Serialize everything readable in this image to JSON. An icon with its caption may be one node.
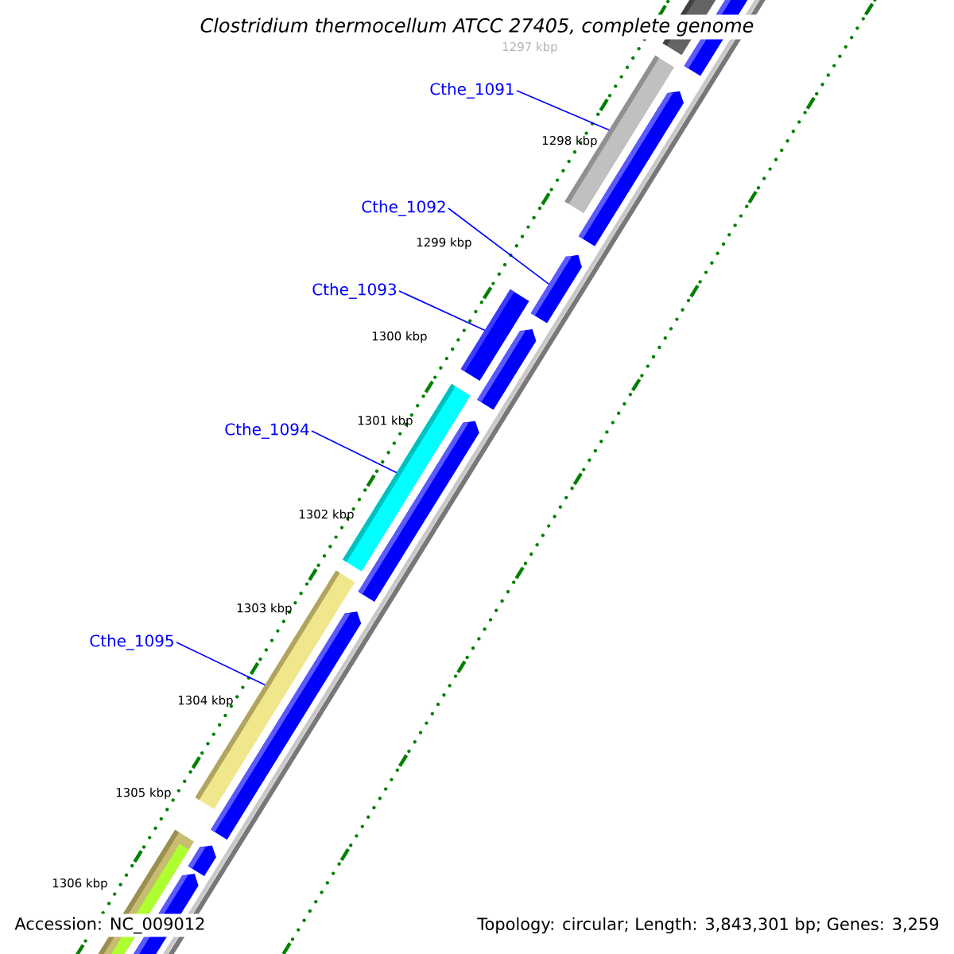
{
  "diagram": {
    "title": "Clostridium thermocellum ATCC 27405, complete genome",
    "nodes": [
      {
        "text": [
          "Cthe_1091"
        ]
      },
      {
        "text": [
          "Cthe_1092"
        ]
      },
      {
        "text": [
          "Cthe_1093"
        ]
      },
      {
        "text": [
          "Cthe_1094"
        ]
      },
      {
        "text": [
          "Cthe_1095"
        ]
      },
      {
        "text": [],
        "shape": "bar"
      },
      {
        "text": [],
        "shape": "bar"
      },
      {
        "text": [],
        "shape": "bar"
      },
      {
        "text": [],
        "shape": "bar"
      },
      {
        "text": [],
        "shape": "bar"
      }
    ],
    "edges": [
      {
        "from": 0,
        "to": 5,
        "arrow": "none"
      },
      {
        "from": 1,
        "to": 6,
        "arrow": "none"
      },
      {
        "from": 2,
        "to": 7,
        "arrow": "none"
      },
      {
        "from": 3,
        "to": 8,
        "arrow": "none"
      },
      {
        "from": 4,
        "to": 9,
        "arrow": "none"
      }
    ],
    "labels": [
      "1297 kbp",
      "1298 kbp",
      "1299 kbp",
      "1300 kbp",
      "1301 kbp",
      "1302 kbp",
      "1303 kbp",
      "1304 kbp",
      "1305 kbp",
      "1306 kbp",
      "Accession: NC_009012",
      "Topology: circular; Length: 3,843,301 bp; Genes: 3,259"
    ]
  }
}
